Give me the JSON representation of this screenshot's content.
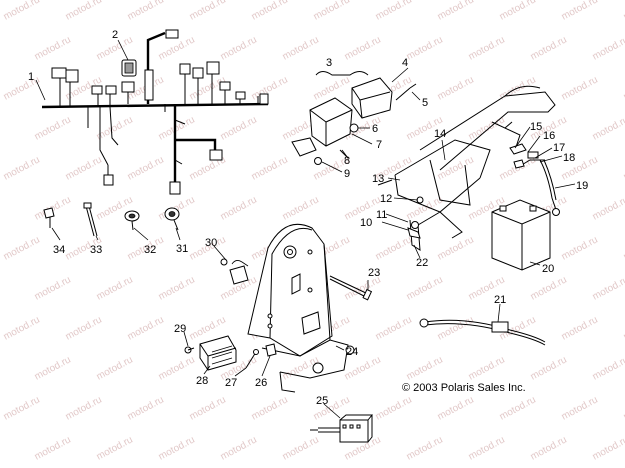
{
  "watermark": "motod.ru",
  "copyright": "© 2003 Polaris Sales Inc.",
  "callouts": {
    "c1": "1",
    "c2": "2",
    "c3": "3",
    "c4": "4",
    "c5": "5",
    "c6": "6",
    "c7": "7",
    "c8": "8",
    "c9": "9",
    "c10": "10",
    "c11": "11",
    "c12": "12",
    "c13": "13",
    "c14": "14",
    "c15": "15",
    "c16": "16",
    "c17": "17",
    "c18": "18",
    "c19": "19",
    "c20": "20",
    "c21": "21",
    "c22": "22",
    "c23": "23",
    "c24": "24",
    "c25": "25",
    "c26": "26",
    "c27": "27",
    "c28": "28",
    "c29": "29",
    "c30": "30",
    "c31": "31",
    "c32": "32",
    "c33": "33",
    "c34": "34"
  }
}
